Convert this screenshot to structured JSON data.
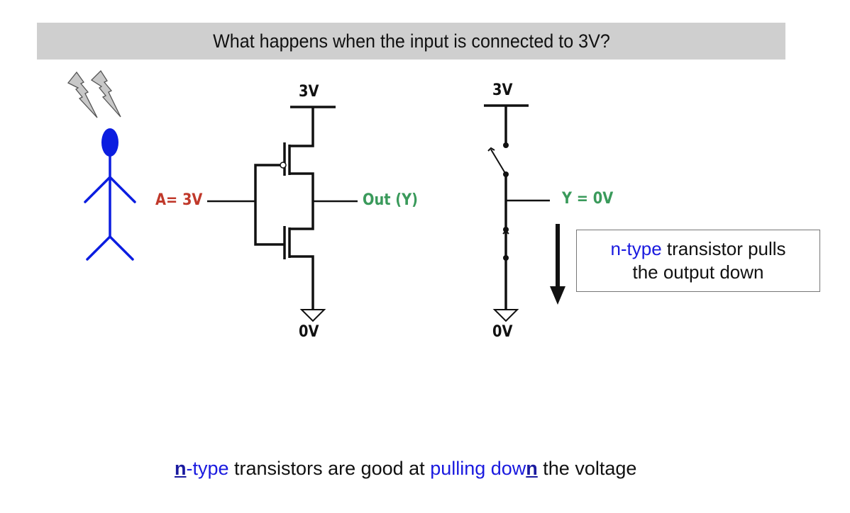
{
  "title": "What happens when the input is connected to 3V?",
  "colors": {
    "input_label": "#c0392b",
    "output_label": "#3a9a5b",
    "highlight_blue": "#1a1adf",
    "stick_figure": "#0b1de0",
    "title_bar": "#cfcfcf",
    "lightning": "#c8c8c8"
  },
  "icons": {
    "lightning": "lightning-bolt-icon",
    "person": "stick-figure-icon",
    "ground": "ground-symbol-icon",
    "arrow": "down-arrow-icon"
  },
  "inverter_circuit": {
    "supply_label": "3V",
    "ground_label": "0V",
    "input_label": "A= 3V",
    "output_label": "Out (Y)",
    "transistors": [
      "p-type (top, with bubble)",
      "n-type (bottom)"
    ]
  },
  "switch_model": {
    "supply_label": "3V",
    "ground_label": "0V",
    "output_label": "Y = 0V",
    "top_switch": "open",
    "bottom_switch": "closed"
  },
  "callout": {
    "highlight": "n-type",
    "line1_rest": " transistor pulls",
    "line2": "the output down"
  },
  "footer": {
    "part1_ul": "n",
    "part1_blue": "-type",
    "part2": " transistors are good at ",
    "part3_blue": "pulling dow",
    "part3_ul": "n",
    "part4": " the voltage"
  }
}
